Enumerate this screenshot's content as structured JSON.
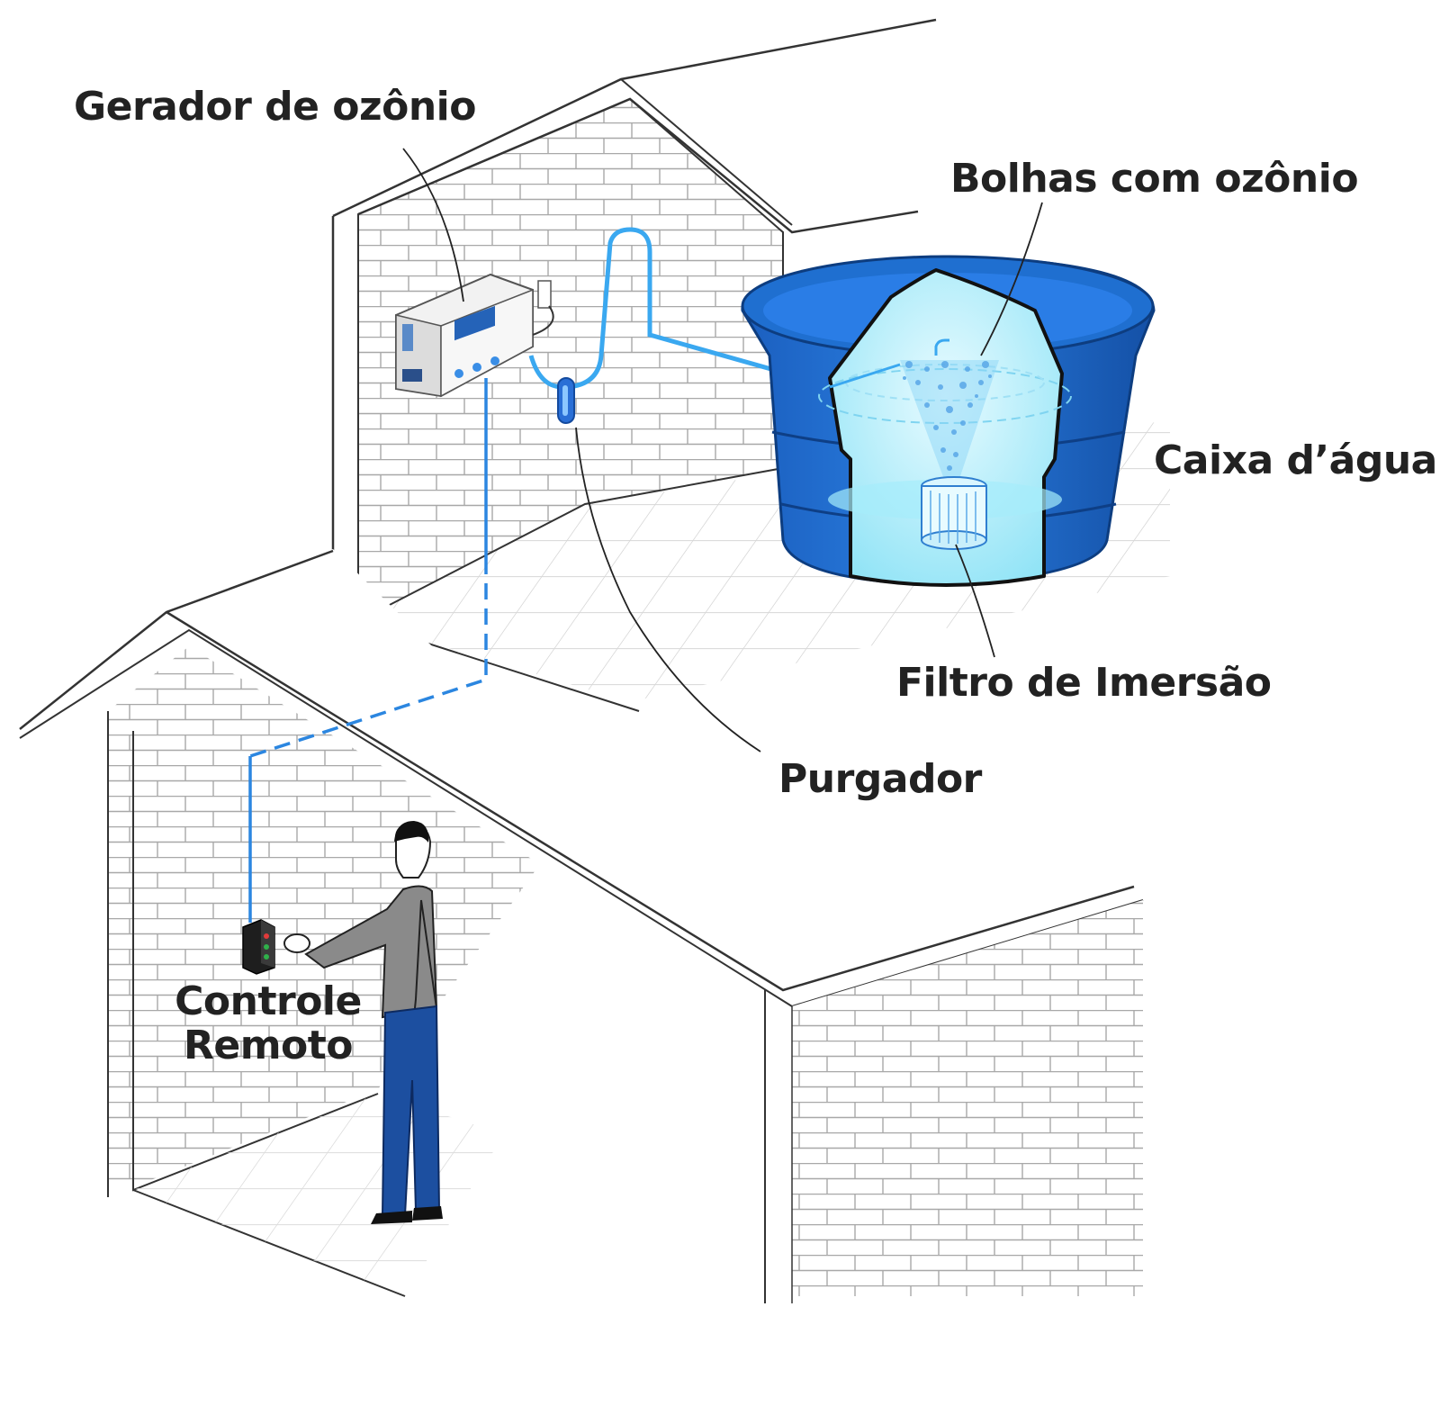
{
  "labels": {
    "generator": "Gerador de ozônio",
    "bubbles": "Bolhas com ozônio",
    "tank": "Caixa d’água",
    "filter": "Filtro de Imersão",
    "purger": "Purgador",
    "remote_line1": "Controle",
    "remote_line2": "Remoto"
  },
  "colors": {
    "ink": "#222222",
    "tank_blue": "#1f6fd0",
    "tank_dark": "#1656a8",
    "water_light": "#bff2ff",
    "pipe_blue": "#3aa8f0",
    "wire_blue": "#2b86e0",
    "brick_line": "#9a9a9a",
    "shirt_gray": "#8a8a8a",
    "jeans_blue": "#1c4fa0"
  },
  "icons": {
    "generator": "ozone-generator-icon",
    "purger": "purger-valve-icon",
    "remote": "remote-control-icon",
    "person": "person-icon",
    "filter": "immersion-filter-icon"
  }
}
